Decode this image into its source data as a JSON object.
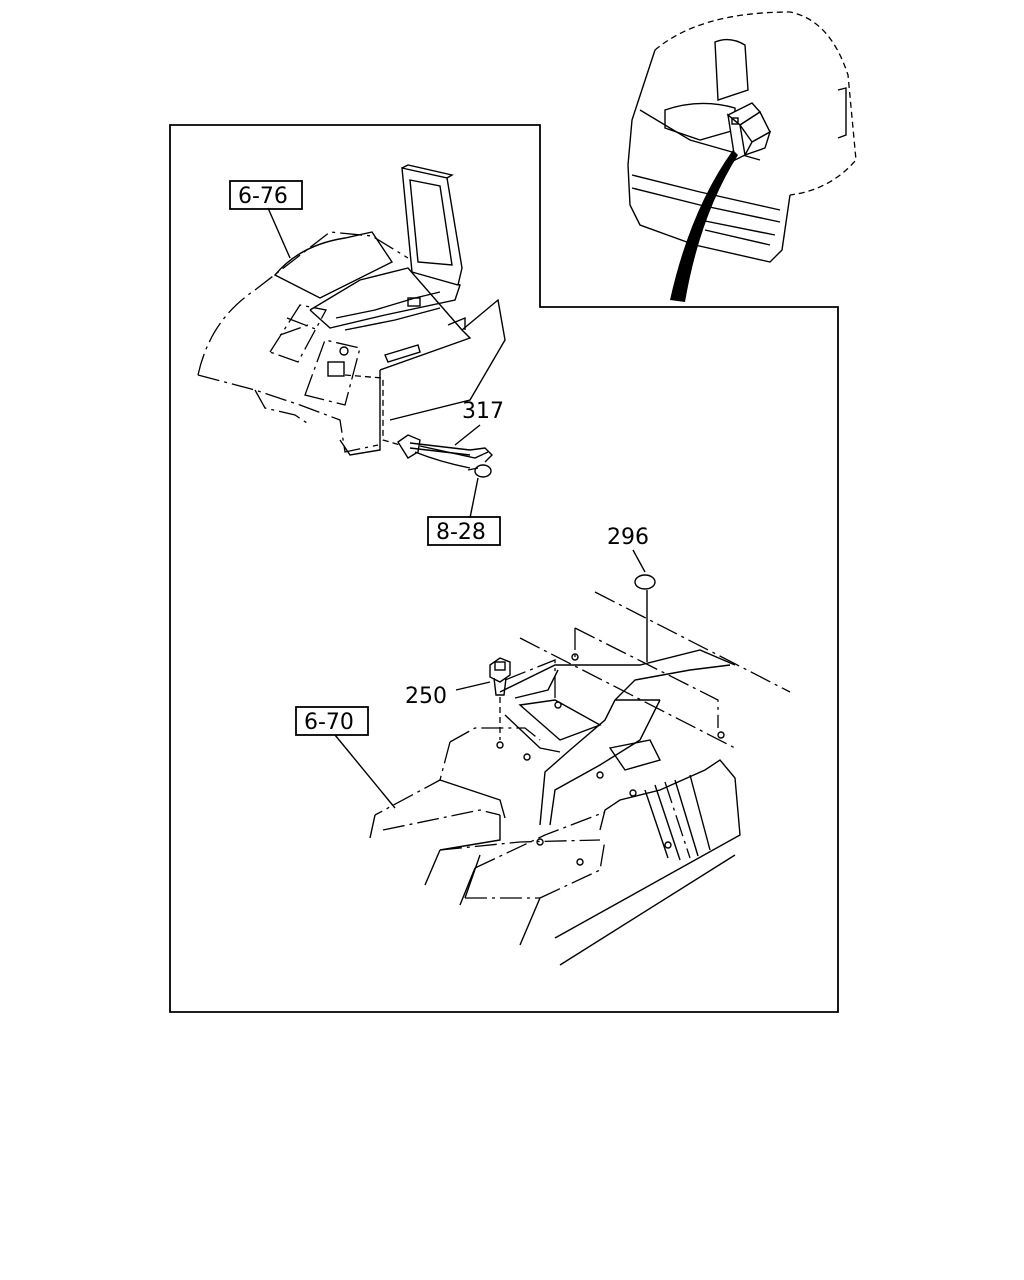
{
  "callouts": {
    "ref_6_76": "6-76",
    "ref_8_28": "8-28",
    "ref_6_70": "6-70",
    "part_317": "317",
    "part_296": "296",
    "part_250": "250"
  },
  "icons": {
    "vehicle_cab": "vehicle-cab-icon",
    "console_box": "console-box-icon",
    "cable": "cable-icon",
    "bolt": "bolt-icon",
    "plug": "plug-icon",
    "clip": "clip-icon",
    "floor_panel": "floor-panel-icon"
  }
}
